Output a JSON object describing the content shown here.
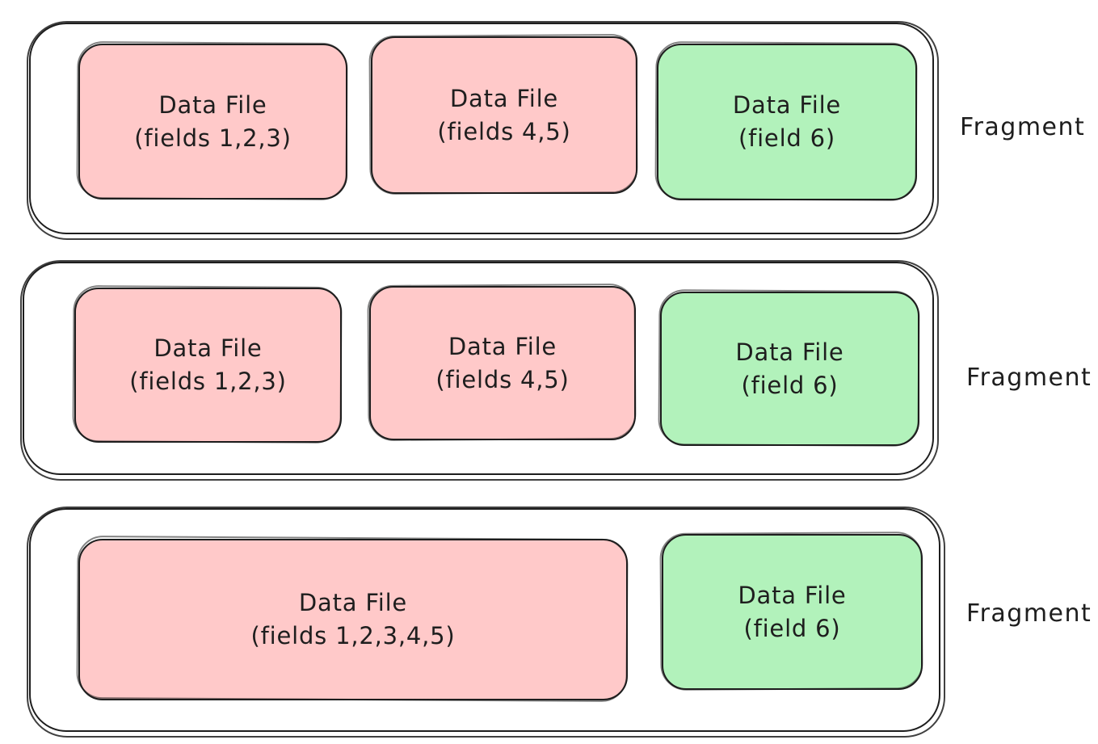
{
  "colors": {
    "pink": "#ffc9c9",
    "green": "#b2f2bb",
    "stroke": "#1e1e1e",
    "text": "#1e1e1e",
    "background": "#ffffff"
  },
  "fragments": [
    {
      "label": "Fragment",
      "files": [
        {
          "title": "Data File",
          "subtitle": "(fields 1,2,3)",
          "color": "pink"
        },
        {
          "title": "Data File",
          "subtitle": "(fields 4,5)",
          "color": "pink"
        },
        {
          "title": "Data File",
          "subtitle": "(field 6)",
          "color": "green"
        }
      ]
    },
    {
      "label": "Fragment",
      "files": [
        {
          "title": "Data File",
          "subtitle": "(fields 1,2,3)",
          "color": "pink"
        },
        {
          "title": "Data File",
          "subtitle": "(fields 4,5)",
          "color": "pink"
        },
        {
          "title": "Data File",
          "subtitle": "(field 6)",
          "color": "green"
        }
      ]
    },
    {
      "label": "Fragment",
      "files": [
        {
          "title": "Data File",
          "subtitle": "(fields 1,2,3,4,5)",
          "color": "pink"
        },
        {
          "title": "Data File",
          "subtitle": "(field 6)",
          "color": "green"
        }
      ]
    }
  ]
}
